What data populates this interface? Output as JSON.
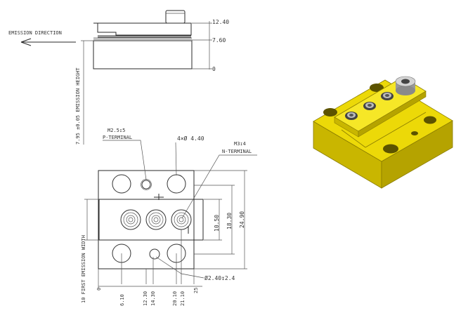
{
  "top_view": {
    "emission_direction": "EMISSION DIRECTION",
    "dims": [
      "12.40",
      "7.60",
      "0"
    ],
    "emission_height": "7.95 ±0.05 EMISSION HEIGHT"
  },
  "front_view": {
    "callout_m25": "M2.5↧5",
    "p_terminal": "P-TERMINAL",
    "callout_holes": "4×Ø 4.40",
    "callout_m3": "M3↧4",
    "n_terminal": "N-TERMINAL",
    "callout_bottom_hole": "Ø2.40↧2.4",
    "dims_right": [
      "10.50",
      "18.30",
      "24.90"
    ],
    "dims_bottom": [
      "0",
      "6.10",
      "12.30",
      "14.30",
      "20.10",
      "21.10",
      "25"
    ],
    "first_emission_width": "10 FIRST EMISSION WIDTH"
  },
  "colors": {
    "block": "#ecd908",
    "block_dark": "#bca800",
    "block_top": "#f6e727",
    "line": "#2a2a2a"
  }
}
